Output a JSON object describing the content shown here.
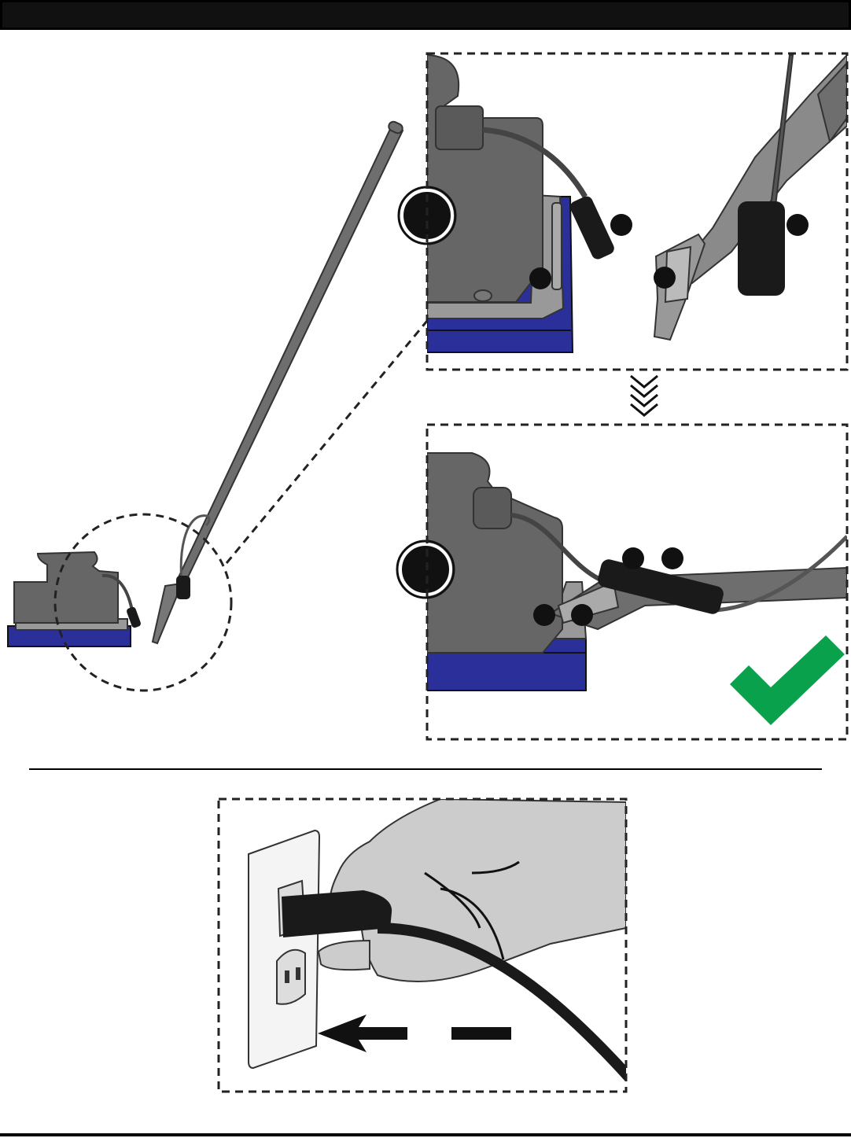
{
  "colors": {
    "header_bar": "#111111",
    "pad_blue": "#2b2f9a",
    "machine_gray": "#666666",
    "handle_gray": "#6e6e6e",
    "check_green": "#0aa14c",
    "hand_gray": "#cccccc",
    "cord_black": "#1a1a1a"
  },
  "icons": {
    "step_marker": "step-marker-icon",
    "down_arrows": "triple-chevron-down-icon",
    "success": "green-checkmark-icon",
    "unplug_arrow": "left-arrow-icon"
  },
  "panels": {
    "overview": "machine-with-handle-overview",
    "before": "handle-detached",
    "after": "handle-attached",
    "unplug": "unplug-from-wall-outlet"
  }
}
